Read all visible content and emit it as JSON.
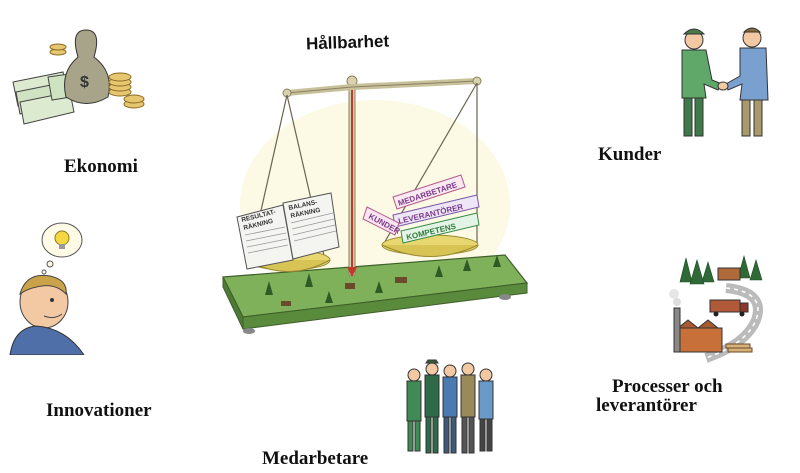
{
  "title": "Hållbarhet",
  "labels": {
    "ekonomi": "Ekonomi",
    "innovationer": "Innovationer",
    "medarbetare": "Medarbetare",
    "kunder": "Kunder",
    "processer_line1": "Processer och",
    "processer_line2": "leverantörer"
  },
  "left_pan": {
    "doc1_line1": "RESULTAT-",
    "doc1_line2": "RÄKNING",
    "doc2_line1": "BALANS-",
    "doc2_line2": "RÄKNING"
  },
  "right_pan": {
    "tags": [
      "MEDARBETARE",
      "LEVERANTÖRER",
      "KUNDER",
      "KOMPETENS"
    ]
  },
  "icons": [
    "money-icon",
    "idea-person-icon",
    "handshake-icon",
    "factory-icon",
    "group-of-people-icon",
    "balance-scale-icon"
  ]
}
